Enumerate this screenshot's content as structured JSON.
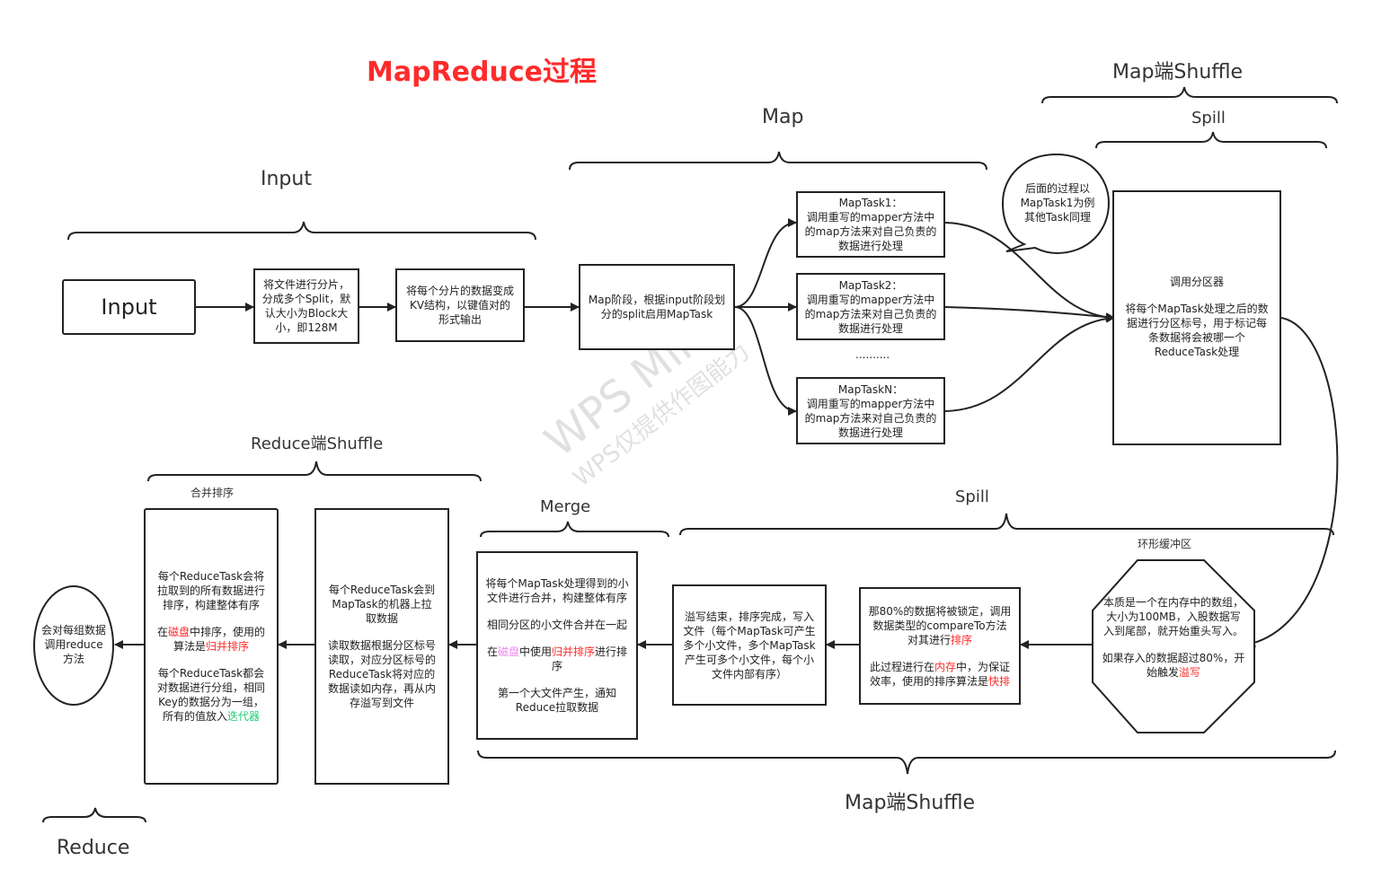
{
  "title": "MapReduce过程",
  "colors": {
    "title": "#ff2b2b",
    "highlight_red": "#ff2b2b",
    "highlight_pink": "#ee88ee",
    "highlight_green": "#22cc77",
    "stroke": "#222222"
  },
  "labels": {
    "input": "Input",
    "map": "Map",
    "map_shuffle_top": "Map端Shuffle",
    "spill_top": "Spill",
    "reduce_shuffle": "Reduce端Shuffle",
    "merge_sort": "合并排序",
    "merge": "Merge",
    "spill_bottom": "Spill",
    "ring_buffer": "环形缓冲区",
    "map_shuffle_bottom": "Map端Shuffle",
    "reduce": "Reduce"
  },
  "watermark": {
    "line1": "WPS Mind",
    "line2": "WPS仅提供作图能力"
  },
  "nodes": {
    "input_box": "Input",
    "split_box": "将文件进行分片，分成多个Split，默认大小为Block大小，即128M",
    "kv_box": "将每个分片的数据变成KV结构，以键值对的形式输出",
    "map_stage": "Map阶段，根据input阶段划分的split启用MapTask",
    "maptask1": {
      "title": "MapTask1：",
      "body": "调用重写的mapper方法中的map方法来对自己负责的数据进行处理"
    },
    "maptask2": {
      "title": "MapTask2：",
      "body": "调用重写的mapper方法中的map方法来对自己负责的数据进行处理"
    },
    "ellipsis": "..........",
    "maptaskN": {
      "title": "MapTaskN：",
      "body": "调用重写的mapper方法中的map方法来对自己负责的数据进行处理"
    },
    "callout": "后面的过程以MapTask1为例其他Task同理",
    "partitioner": {
      "title": "调用分区器",
      "body": "将每个MapTask处理之后的数据进行分区标号，用于标记每条数据将会被哪一个ReduceTask处理"
    },
    "ring": {
      "p1": "本质是一个在内存中的数组，大小为100MB，入股数据写入到尾部，就开始重头写入。",
      "p2_a": "如果存入的数据超过80%，开始触发",
      "p2_red": "溢写"
    },
    "lock_sort": {
      "p1_a": "那80%的数据将被锁定，调用数据类型的compareTo方法对其进行",
      "p1_red": "排序",
      "p2_a": "此过程进行在",
      "p2_red1": "内存",
      "p2_b": "中，为保证效率，使用的排序算法是",
      "p2_red2": "快排"
    },
    "spill_end": "溢写结束，排序完成，写入文件（每个MapTask可产生多个小文件，多个MapTask产生可多个小文件，每个小文件内部有序）",
    "merge_box": {
      "p1": "将每个MapTask处理得到的小文件进行合并，构建整体有序",
      "p2": "相同分区的小文件合并在一起",
      "p3_a": "在",
      "p3_pink": "磁盘",
      "p3_b": "中使用",
      "p3_red": "归并排序",
      "p3_c": "进行排序",
      "p4": "第一个大文件产生，通知Reduce拉取数据"
    },
    "reduce_fetch": {
      "p1": "每个ReduceTask会到MapTask的机器上拉取数据",
      "p2": "读取数据根据分区标号读取，对应分区标号的ReduceTask将对应的数据读如内存，再从内存溢写到文件"
    },
    "reduce_sort": {
      "p1": "每个ReduceTask会将拉取到的所有数据进行排序，构建整体有序",
      "p2_a": "在",
      "p2_red1": "磁盘",
      "p2_b": "中排序，使用的算法是",
      "p2_red2": "归并排序",
      "p3_a": "每个ReduceTask都会对数据进行分组，相同Key的数据分为一组，所有的值放入",
      "p3_green": "迭代器"
    },
    "reduce_call": "会对每组数据调用reduce方法"
  }
}
